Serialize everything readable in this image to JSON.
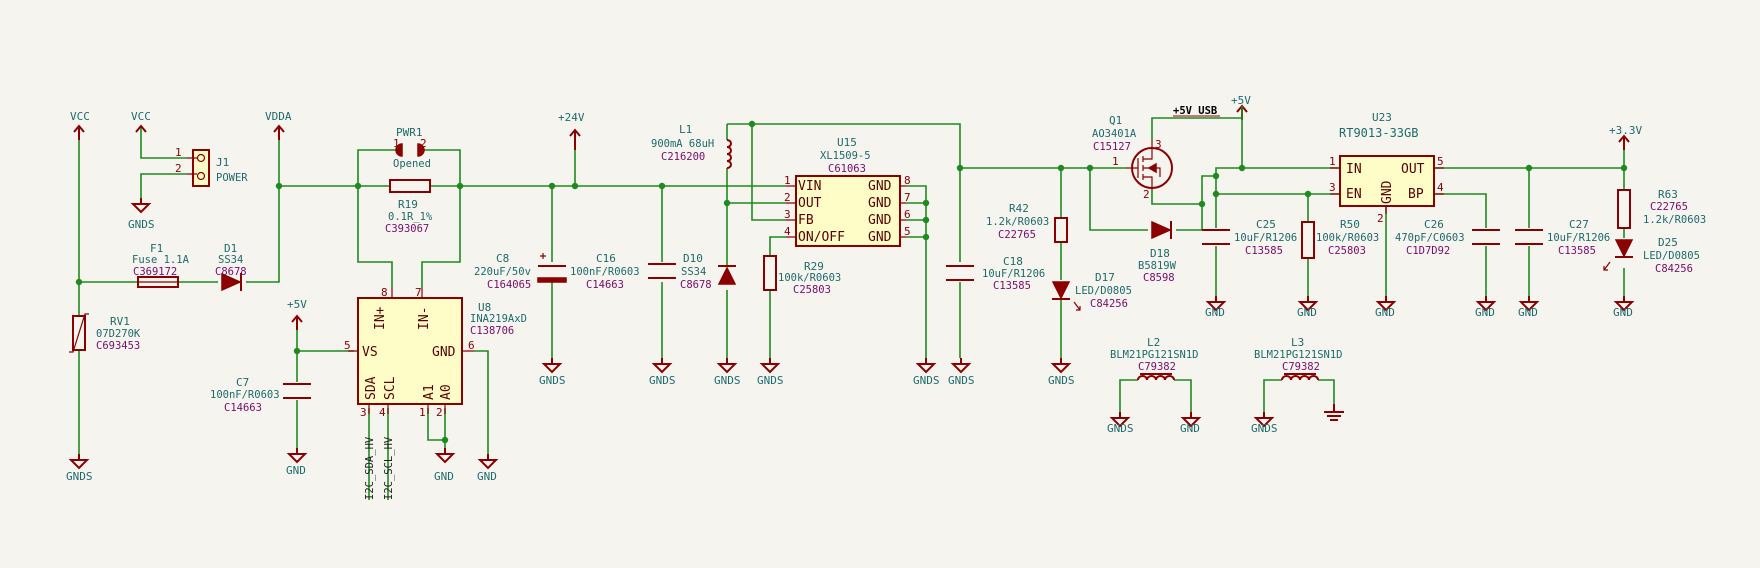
{
  "power": {
    "vcc": "VCC",
    "vdda": "VDDA",
    "p24": "+24V",
    "p5": "+5V",
    "p33": "+3.3V",
    "gnd": "GND",
    "gnds": "GNDS",
    "usb5": "+5V_USB"
  },
  "j1": {
    "ref": "J1",
    "name": "POWER",
    "pin1": "1",
    "pin2": "2"
  },
  "pwr1": {
    "ref": "PWR1",
    "value": "Opened",
    "pin1": "1",
    "pin2": "2"
  },
  "r19": {
    "ref": "R19",
    "value": "0.1R_1%",
    "lcsc": "C393067"
  },
  "f1": {
    "ref": "F1",
    "value": "Fuse 1.1A",
    "lcsc": "C369172"
  },
  "d1": {
    "ref": "D1",
    "value": "SS34",
    "lcsc": "C8678"
  },
  "rv1": {
    "ref": "RV1",
    "value": "07D270K",
    "lcsc": "C693453"
  },
  "c7": {
    "ref": "C7",
    "value": "100nF/R0603",
    "lcsc": "C14663"
  },
  "u8": {
    "ref": "U8",
    "value": "INA219AxD",
    "lcsc": "C138706",
    "pins": {
      "inp": "IN+",
      "inn": "IN-",
      "vs": "VS",
      "gnd": "GND",
      "sda": "SDA",
      "scl": "SCL",
      "a1": "A1",
      "a0": "A0"
    },
    "nums": {
      "inp": "8",
      "inn": "7",
      "vs": "5",
      "gnd": "6",
      "sda": "3",
      "scl": "4",
      "a1": "1",
      "a0": "2"
    }
  },
  "labels": {
    "sda": "I2C_SDA_HV",
    "scl": "I2C_SCL_HV"
  },
  "c8": {
    "ref": "C8",
    "value": "220uF/50v",
    "lcsc": "C164065"
  },
  "c16": {
    "ref": "C16",
    "value": "100nF/R0603",
    "lcsc": "C14663"
  },
  "d10": {
    "ref": "D10",
    "value": "SS34",
    "lcsc": "C8678"
  },
  "l1": {
    "ref": "L1",
    "value": "900mA 68uH",
    "lcsc": "C216200"
  },
  "u15": {
    "ref": "U15",
    "value": "XL1509-5",
    "lcsc": "C61063",
    "pins": {
      "vin": "VIN",
      "out": "OUT",
      "fb": "FB",
      "onoff": "ON/OFF",
      "gnd": "GND"
    },
    "nums": {
      "vin": "1",
      "out": "2",
      "fb": "3",
      "onoff": "4",
      "g8": "8",
      "g7": "7",
      "g6": "6",
      "g5": "5"
    }
  },
  "r29": {
    "ref": "R29",
    "value": "100k/R0603",
    "lcsc": "C25803"
  },
  "c18": {
    "ref": "C18",
    "value": "10uF/R1206",
    "lcsc": "C13585"
  },
  "r42": {
    "ref": "R42",
    "value": "1.2k/R0603",
    "lcsc": "C22765"
  },
  "d17": {
    "ref": "D17",
    "value": "LED/D0805",
    "lcsc": "C84256"
  },
  "q1": {
    "ref": "Q1",
    "value": "AO3401A",
    "lcsc": "C15127",
    "pin1": "1",
    "pin2": "2",
    "pin3": "3"
  },
  "d18": {
    "ref": "D18",
    "value": "B5819W",
    "lcsc": "C8598"
  },
  "u23": {
    "ref": "U23",
    "value": "RT9013-33GB",
    "pins": {
      "in": "IN",
      "en": "EN",
      "out": "OUT",
      "bp": "BP",
      "gnd": "GND"
    },
    "nums": {
      "in": "1",
      "en": "3",
      "out": "5",
      "bp": "4",
      "gnd": "2"
    }
  },
  "c25": {
    "ref": "C25",
    "value": "10uF/R1206",
    "lcsc": "C13585"
  },
  "r50": {
    "ref": "R50",
    "value": "100k/R0603",
    "lcsc": "C25803"
  },
  "c26": {
    "ref": "C26",
    "value": "470pF/C0603",
    "lcsc": "C1D7D92"
  },
  "c27": {
    "ref": "C27",
    "value": "10uF/R1206",
    "lcsc": "C13585"
  },
  "r63": {
    "ref": "R63",
    "value": "1.2k/R0603",
    "lcsc": "C22765"
  },
  "d25": {
    "ref": "D25",
    "value": "LED/D0805",
    "lcsc": "C84256"
  },
  "l2": {
    "ref": "L2",
    "value": "BLM21PG121SN1D",
    "lcsc": "C79382"
  },
  "l3": {
    "ref": "L3",
    "value": "BLM21PG121SN1D",
    "lcsc": "C79382"
  }
}
